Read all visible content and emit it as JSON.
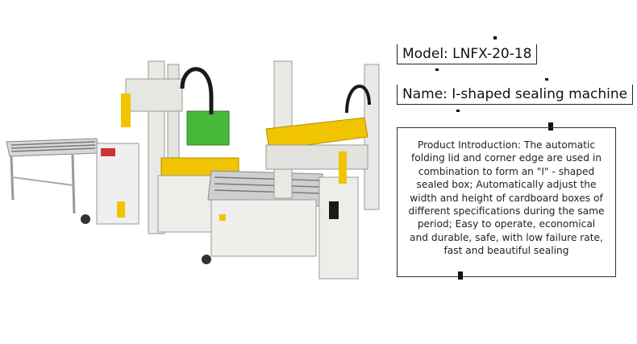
{
  "product": {
    "model": "Model: LNFX-20-18",
    "name": "Name: I-shaped sealing machine",
    "introduction": "Product Introduction: The automatic folding lid and corner edge are used in combination to form an \"I\" - shaped sealed box; Automatically adjust the width and height of cardboard boxes of different specifications during the same period; Easy to operate, economical and durable, safe, with low failure rate, fast and beautiful sealing"
  },
  "colors": {
    "frame": "#e9e9e6",
    "accent_yellow": "#f0c400",
    "accent_green": "#46b93a",
    "dark": "#1a1a1a"
  }
}
